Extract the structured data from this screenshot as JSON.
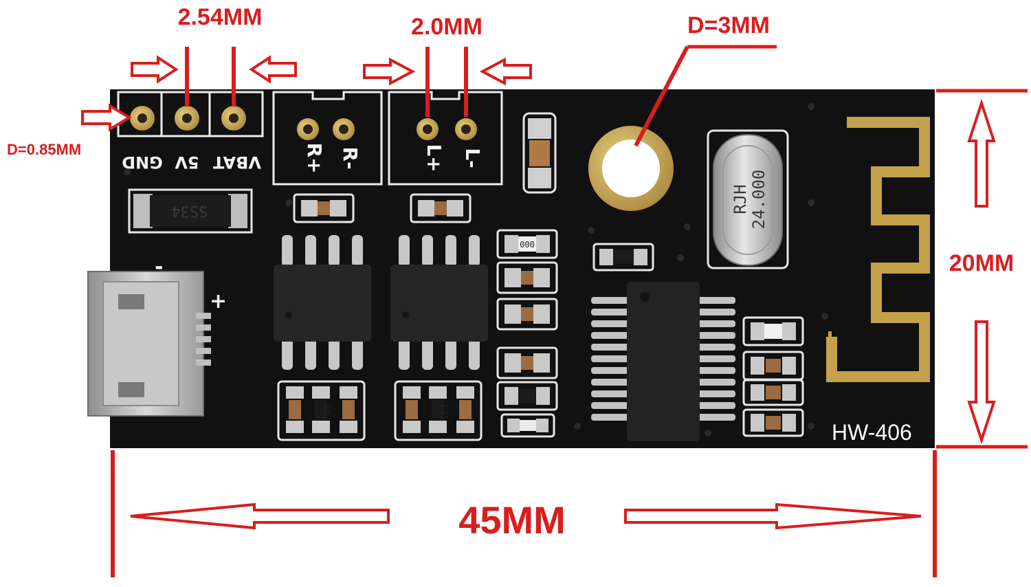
{
  "dimensions": {
    "pin_pitch": "2.54MM",
    "terminal_pitch": "2.0MM",
    "hole_diameter": "D=3MM",
    "pad_diameter": "D=0.85MM",
    "board_height": "20MM",
    "board_length": "45MM"
  },
  "board": {
    "model": "HW-406",
    "pins": [
      "GND",
      "5V",
      "VBAT"
    ],
    "right_terminal": [
      "R+",
      "R-"
    ],
    "left_terminal": [
      "L+",
      "L-"
    ],
    "diode_marking": "SS34",
    "crystal_marking": [
      "RJH",
      "24.000"
    ],
    "resistor_markings": [
      "000",
      "103",
      "102",
      "E01",
      "E01"
    ],
    "usb_polarity": [
      "-",
      "+"
    ]
  },
  "colors": {
    "annotation": "#d81e1e",
    "pcb": "#111111",
    "silkscreen": "#f2f2f2",
    "gold": "#c4a14a"
  }
}
